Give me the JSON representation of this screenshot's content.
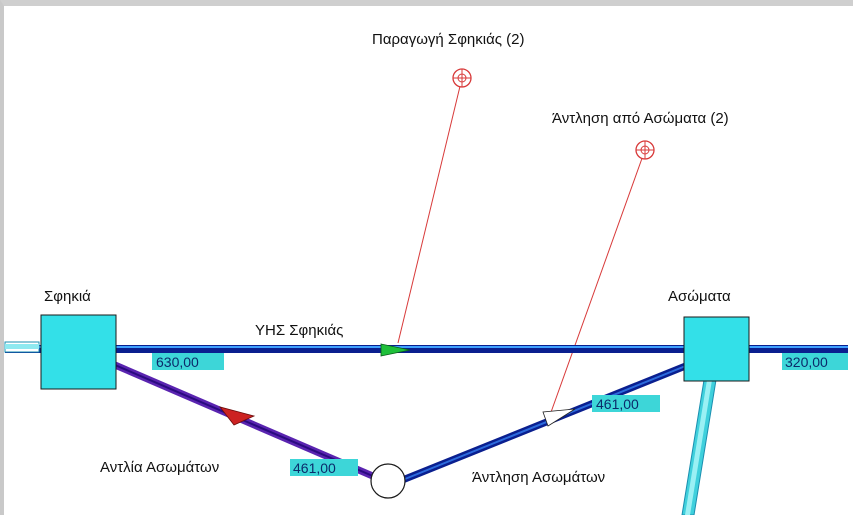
{
  "nodes": {
    "sfikia": "Σφηκιά",
    "asomata": "Ασώματα"
  },
  "demands": {
    "paragogi": "Παραγωγή Σφηκιάς (2)",
    "antlisi": "Άντληση από Ασώματα (2)"
  },
  "links": {
    "yhs_sfikias": {
      "label": "ΥΗΣ Σφηκιάς",
      "value": "630,00"
    },
    "outflow": {
      "value": "320,00"
    },
    "antlia": {
      "label": "Αντλία Ασωμάτων",
      "value": "461,00"
    },
    "antlisi": {
      "label": "Άντληση Ασωμάτων",
      "value": "461,00"
    }
  },
  "colors": {
    "reservoir": "#33e0e8",
    "pipe": "#0a1f8f",
    "pipe_highlight": "#3fa0ff",
    "pump_link": "#4b1fa8",
    "demand": "#d83a3a",
    "value_bg": "#3dd6d8",
    "arrow_flow": "#1fbf3a",
    "arrow_pump": "#cc2222"
  }
}
